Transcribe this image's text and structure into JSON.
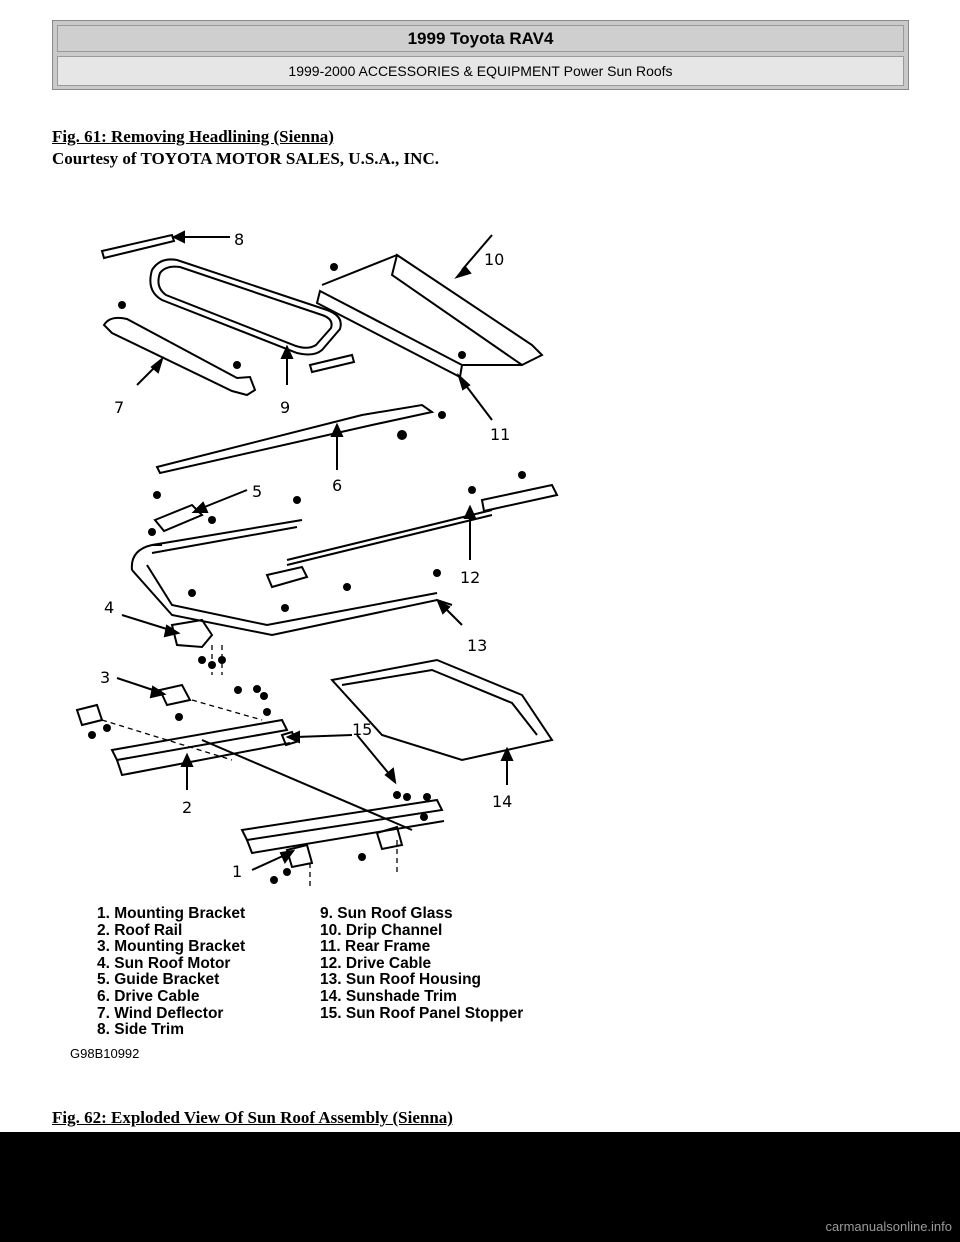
{
  "header": {
    "title": "1999 Toyota RAV4",
    "subtitle": "1999-2000 ACCESSORIES & EQUIPMENT Power Sun Roofs"
  },
  "captions": {
    "fig61_title": "Fig. 61: Removing Headlining (Sienna)",
    "courtesy": "Courtesy of TOYOTA MOTOR SALES, U.S.A., INC.",
    "fig62_title": "Fig. 62: Exploded View Of Sun Roof Assembly (Sienna)"
  },
  "figure": {
    "callouts": [
      "1",
      "2",
      "3",
      "4",
      "5",
      "6",
      "7",
      "8",
      "9",
      "10",
      "11",
      "12",
      "13",
      "14",
      "15"
    ],
    "legend_left": [
      "1. Mounting Bracket",
      "2. Roof Rail",
      "3. Mounting Bracket",
      "4. Sun Roof Motor",
      "5. Guide Bracket",
      "6. Drive Cable",
      "7. Wind Deflector",
      "8. Side Trim"
    ],
    "legend_right": [
      "9. Sun Roof Glass",
      "10. Drip Channel",
      "11. Rear Frame",
      "12. Drive Cable",
      "13. Sun Roof Housing",
      "14. Sunshade Trim",
      "15. Sun Roof Panel Stopper"
    ],
    "code": "G98B10992"
  },
  "watermark": "carmanualsonline.info"
}
